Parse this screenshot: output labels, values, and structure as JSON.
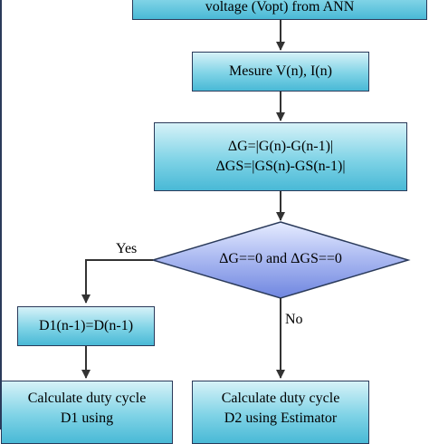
{
  "flowchart": {
    "top_box": {
      "line1": "voltage (Vopt) from ANN"
    },
    "measure_box": {
      "line1": "Mesure V(n), I(n)"
    },
    "delta_box": {
      "line1": "ΔG=|G(n)-G(n-1)|",
      "line2": "ΔGS=|GS(n)-GS(n-1)|"
    },
    "decision": {
      "text": "ΔG==0 and ΔGS==0",
      "yes_label": "Yes",
      "no_label": "No"
    },
    "assign_box": {
      "line1": "D1(n-1)=D(n-1)"
    },
    "calc_left_box": {
      "line1": "Calculate duty cycle",
      "line2": "D1 using"
    },
    "calc_right_box": {
      "line1": "Calculate duty cycle",
      "line2": "D2 using Estimator"
    }
  }
}
